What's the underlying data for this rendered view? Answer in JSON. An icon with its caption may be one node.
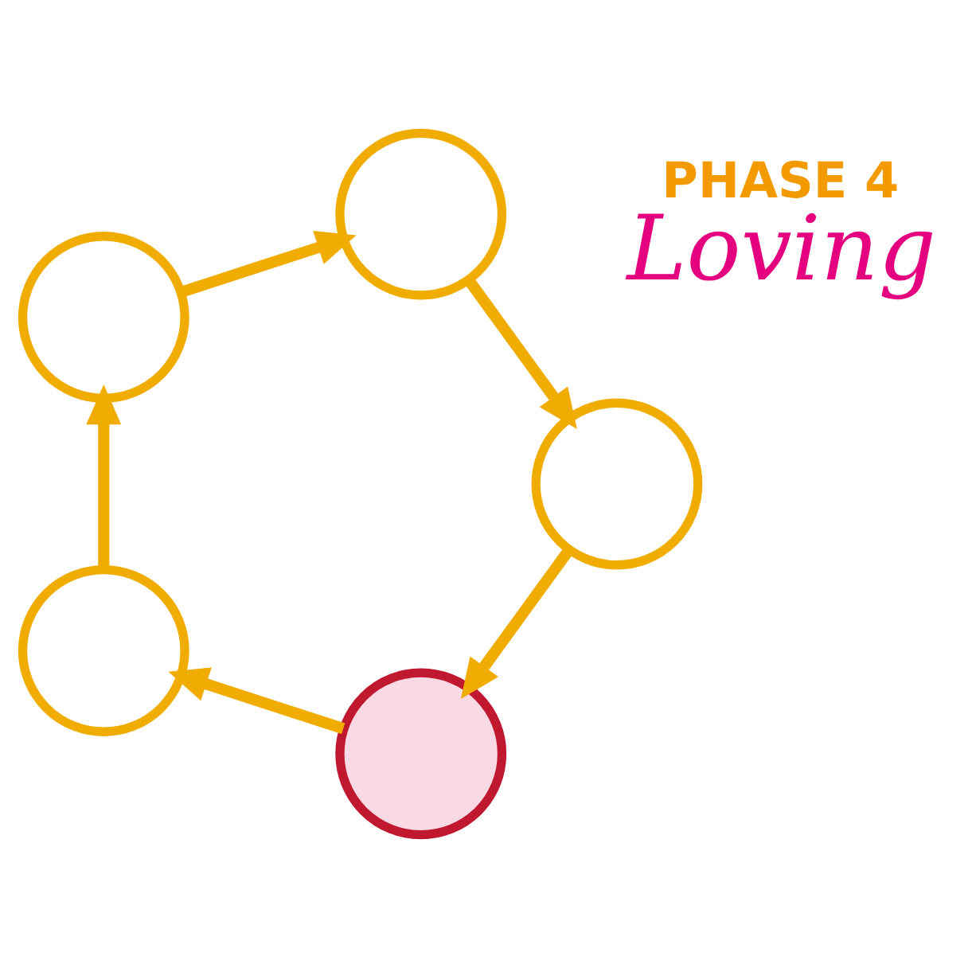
{
  "diagram": {
    "nodes": [
      {
        "text": [],
        "shape": "circle"
      },
      {
        "text": [],
        "shape": "circle"
      },
      {
        "text": [],
        "shape": "circle"
      },
      {
        "text": [],
        "shape": "circle"
      },
      {
        "text": [],
        "shape": "circle"
      }
    ],
    "edges": [
      {
        "from": 0,
        "to": 2,
        "arrow": "to"
      },
      {
        "from": 2,
        "to": 4,
        "arrow": "to"
      },
      {
        "from": 4,
        "to": 3,
        "arrow": "to"
      },
      {
        "from": 3,
        "to": 1,
        "arrow": "to"
      },
      {
        "from": 1,
        "to": 0,
        "arrow": "to"
      }
    ],
    "labels": [
      "PHASE 4",
      "Loving"
    ]
  }
}
